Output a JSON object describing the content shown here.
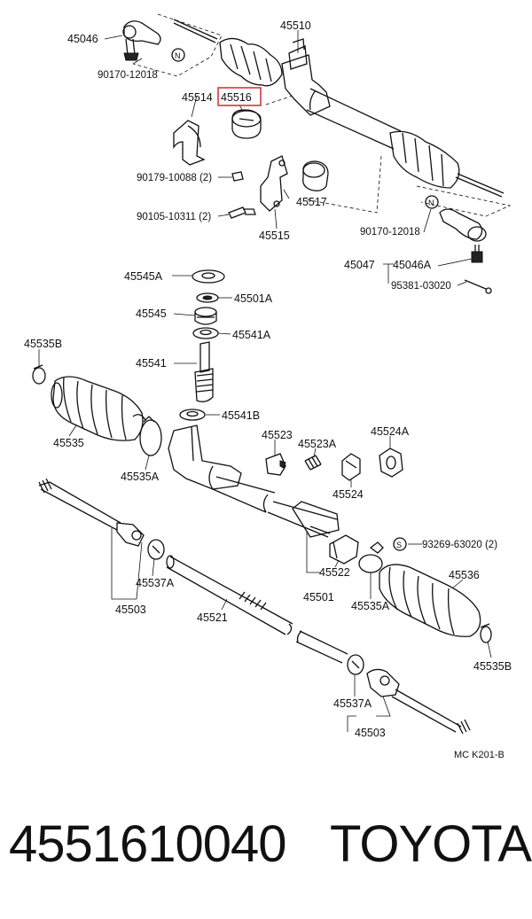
{
  "labels": {
    "l45510": "45510",
    "l45046": "45046",
    "l90170a": "90170-12018",
    "l45514": "45514",
    "l45516": "45516",
    "l90179": "90179-10088 (2)",
    "l90105": "90105-10311 (2)",
    "l45517": "45517",
    "l45515": "45515",
    "l90170b": "90170-12018",
    "l45047": "45047",
    "l45046a": "45046A",
    "l95381": "95381-03020",
    "l45545a": "45545A",
    "l45501a": "45501A",
    "l45545": "45545",
    "l45541a": "45541A",
    "l45535b1": "45535B",
    "l45541": "45541",
    "l45541b": "45541B",
    "l45535": "45535",
    "l45523": "45523",
    "l45523a": "45523A",
    "l45524a": "45524A",
    "l45535a1": "45535A",
    "l45524": "45524",
    "l93269": "93269-63020 (2)",
    "l45522": "45522",
    "l45536": "45536",
    "l45537a1": "45537A",
    "l45501": "45501",
    "l45535a2": "45535A",
    "l45503a": "45503",
    "l45521": "45521",
    "l45535b2": "45535B",
    "l45537a2": "45537A",
    "l45503b": "45503",
    "code": "MC  K201-B"
  },
  "markers": {
    "n": "N",
    "s": "S"
  },
  "highlight": {
    "part": "45516",
    "color": "#d9363e"
  },
  "footer": {
    "part_number": "4551610040",
    "brand": "TOYOTA"
  }
}
